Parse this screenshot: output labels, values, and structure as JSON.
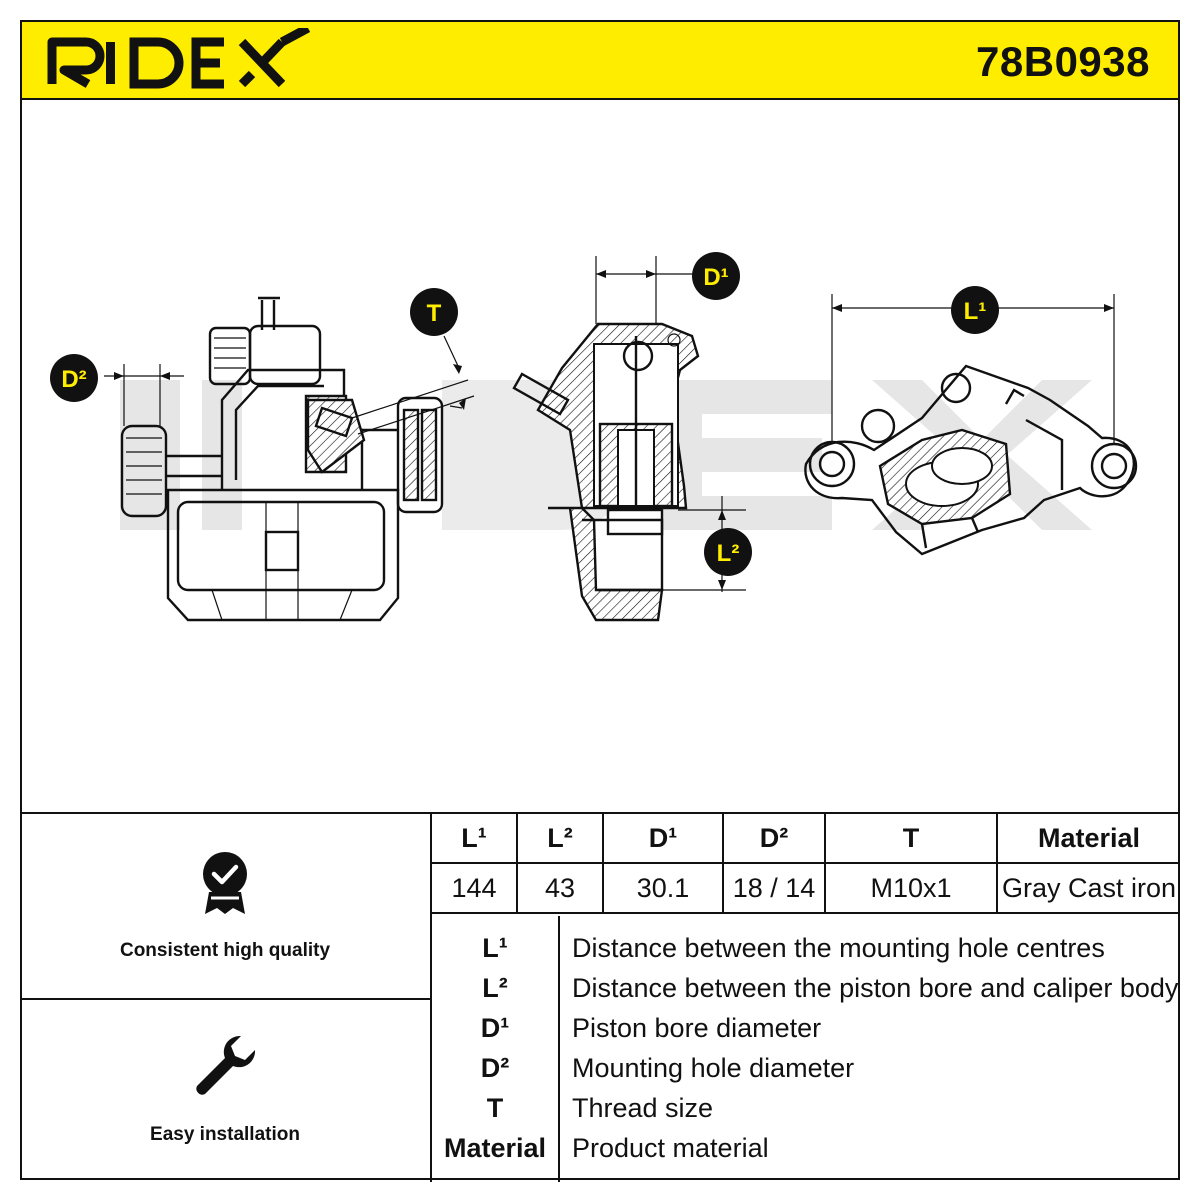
{
  "header": {
    "brand": "RIDEX",
    "part_number": "78B0938",
    "brand_color": "#ffed00"
  },
  "drawing": {
    "watermark": "RIDEX",
    "callouts": {
      "d2": "D²",
      "t": "T",
      "d1": "D¹",
      "l2": "L²",
      "l1": "L¹"
    }
  },
  "features": [
    {
      "icon": "quality-badge-icon",
      "label": "Consistent high quality"
    },
    {
      "icon": "wrench-icon",
      "label": "Easy installation"
    }
  ],
  "spec_table": {
    "headers": [
      "L¹",
      "L²",
      "D¹",
      "D²",
      "T",
      "Material"
    ],
    "values": [
      "144",
      "43",
      "30.1",
      "18 / 14",
      "M10x1",
      "Gray Cast iron"
    ]
  },
  "legend": [
    {
      "key": "L¹",
      "desc": "Distance between the mounting hole centres"
    },
    {
      "key": "L²",
      "desc": "Distance between the piston bore and caliper body"
    },
    {
      "key": "D¹",
      "desc": "Piston bore diameter"
    },
    {
      "key": "D²",
      "desc": "Mounting hole diameter"
    },
    {
      "key": "T",
      "desc": "Thread size"
    },
    {
      "key": "Material",
      "desc": "Product material"
    }
  ]
}
